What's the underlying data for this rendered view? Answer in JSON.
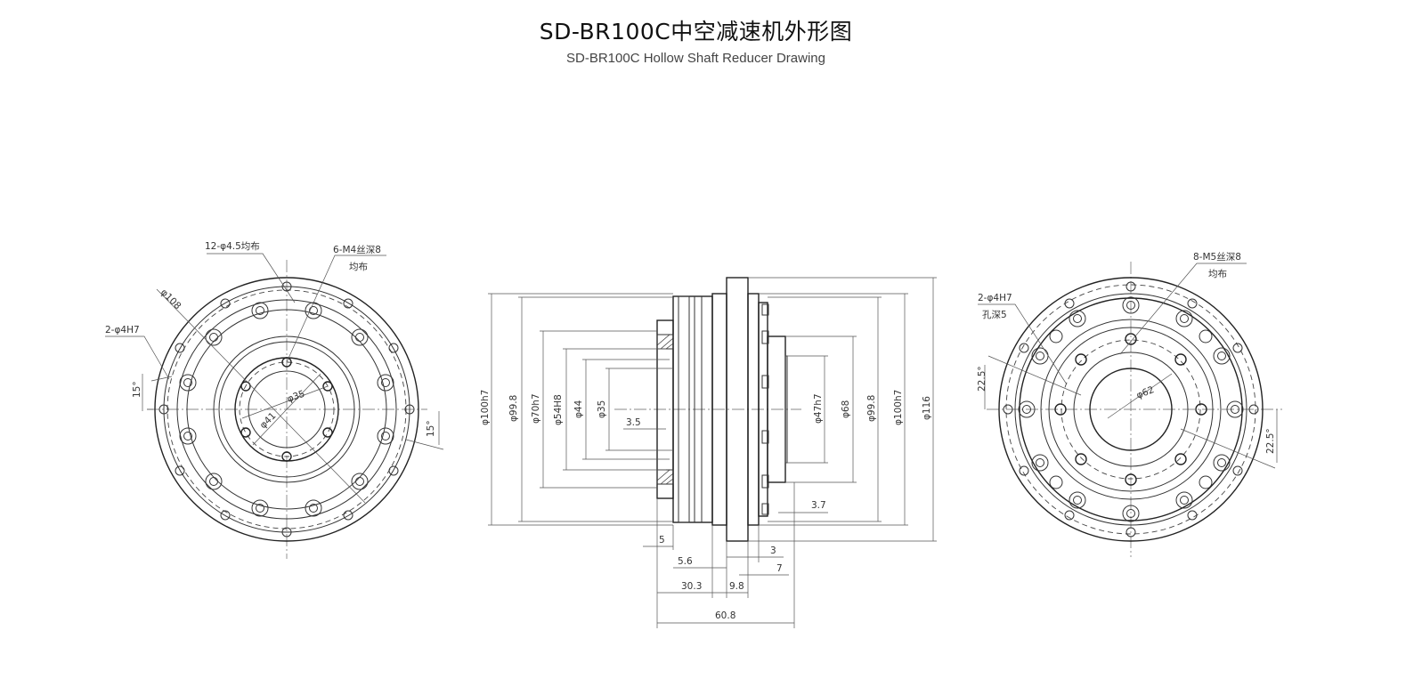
{
  "header": {
    "title": "SD-BR100C中空减速机外形图",
    "subtitle": "SD-BR100C Hollow Shaft Reducer Drawing"
  },
  "left_view": {
    "label_holes_12": "12-φ4.5均布",
    "label_thread_a": "6-M4丝深8",
    "label_thread_b": "均布",
    "label_pin": "2-φ4H7",
    "label_d108": "φ108",
    "label_d35": "φ35",
    "label_d41": "φ41",
    "label_ang_left": "15°",
    "label_ang_right": "15°"
  },
  "side_view": {
    "d100h7_left": "φ100h7",
    "d99_8_left": "φ99.8",
    "d70h7": "φ70h7",
    "d54h8": "φ54H8",
    "d44": "φ44",
    "d35": "φ35",
    "d47h7": "φ47h7",
    "d68": "φ68",
    "d99_8_right": "φ99.8",
    "d100h7_right": "φ100h7",
    "d116": "φ116",
    "dim_3_5": "3.5",
    "dim_3_7": "3.7",
    "dim_5": "5",
    "dim_5_6": "5.6",
    "dim_3": "3",
    "dim_7": "7",
    "dim_30_3": "30.3",
    "dim_9_8": "9.8",
    "dim_60_8": "60.8"
  },
  "right_view": {
    "label_pin_a": "2-φ4H7",
    "label_pin_b": "孔深5",
    "label_thread_a": "8-M5丝深8",
    "label_thread_b": "均布",
    "label_d62": "φ62",
    "label_ang_left": "22.5°",
    "label_ang_right": "22.5°"
  }
}
